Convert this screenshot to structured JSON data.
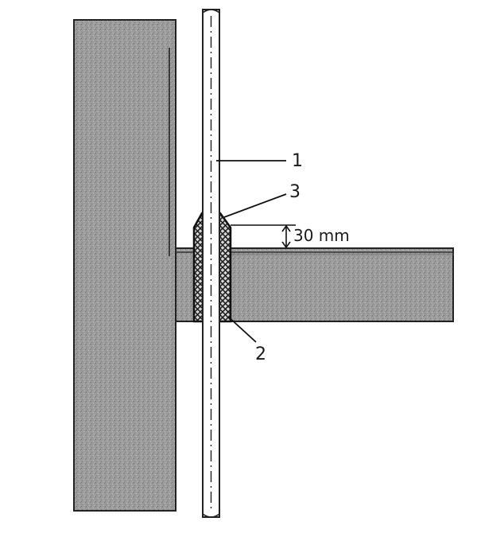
{
  "labels": {
    "pipe": "1",
    "sleeve": "2",
    "seal": "3",
    "dimension": "30 mm"
  },
  "colors": {
    "wall_fill": "#9a9a9a",
    "floor_fill": "#a8a8a8",
    "outline": "#222222",
    "background": "#ffffff"
  }
}
